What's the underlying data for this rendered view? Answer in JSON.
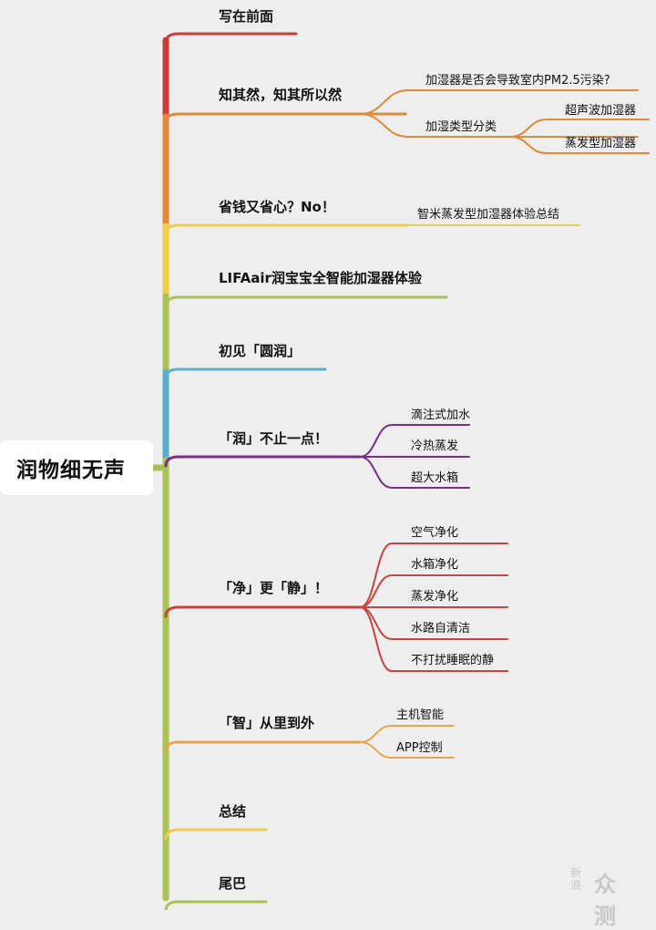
{
  "root": "润物细无声",
  "colors": {
    "red": "#cc3b35",
    "orange": "#e08a3a",
    "yellow": "#f0cc4a",
    "green": "#a8c256",
    "blue": "#5aaed0",
    "purple": "#7d2c8c",
    "darkred": "#c94340",
    "gold": "#e8a64a"
  },
  "branches": [
    {
      "label": "写在前面",
      "children": []
    },
    {
      "label": "知其然，知其所以然",
      "children": [
        {
          "label": "加湿器是否会导致室内PM2.5污染?",
          "children": []
        },
        {
          "label": "加湿类型分类",
          "children": [
            {
              "label": "超声波加湿器"
            },
            {
              "label": "蒸发型加湿器"
            }
          ]
        }
      ]
    },
    {
      "label": "省钱又省心？No！",
      "children": [
        {
          "label": "智米蒸发型加湿器体验总结",
          "children": []
        }
      ]
    },
    {
      "label": "LIFAair润宝宝全智能加湿器体验",
      "children": []
    },
    {
      "label": "初见「圆润」",
      "children": []
    },
    {
      "label": "「润」不止一点！",
      "children": [
        {
          "label": "滴注式加水"
        },
        {
          "label": "冷热蒸发"
        },
        {
          "label": "超大水箱"
        }
      ]
    },
    {
      "label": "「净」更「静」！",
      "children": [
        {
          "label": "空气净化"
        },
        {
          "label": "水箱净化"
        },
        {
          "label": "蒸发净化"
        },
        {
          "label": "水路自清洁"
        },
        {
          "label": "不打扰睡眠的静"
        }
      ]
    },
    {
      "label": "「智」从里到外",
      "children": [
        {
          "label": "主机智能"
        },
        {
          "label": "APP控制"
        }
      ]
    },
    {
      "label": "总结",
      "children": []
    },
    {
      "label": "尾巴",
      "children": []
    }
  ],
  "watermark": {
    "small": "新浪",
    "large": "众测"
  }
}
